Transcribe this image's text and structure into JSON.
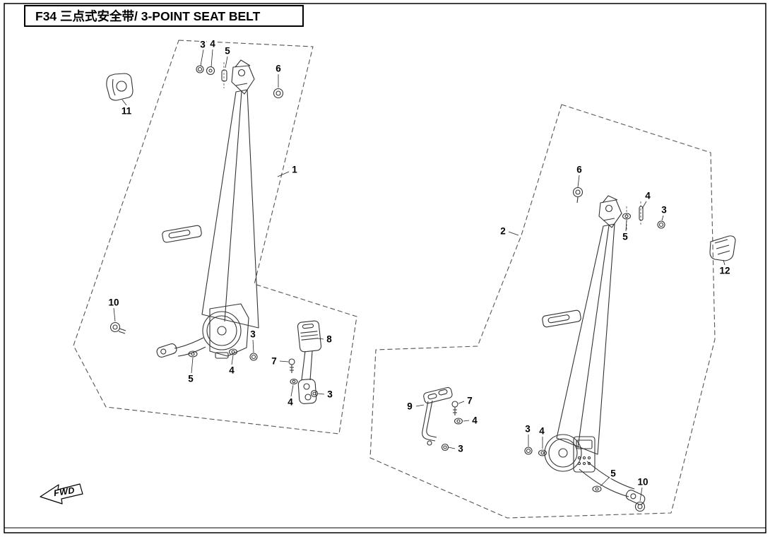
{
  "page": {
    "title": "F34 三点式安全带/ 3-POINT SEAT BELT"
  },
  "fwd_label": "FWD",
  "callouts": [
    {
      "label": "3"
    },
    {
      "label": "4"
    },
    {
      "label": "5"
    },
    {
      "label": "6"
    },
    {
      "label": "1"
    },
    {
      "label": "11"
    },
    {
      "label": "10"
    },
    {
      "label": "5"
    },
    {
      "label": "4"
    },
    {
      "label": "3"
    },
    {
      "label": "7"
    },
    {
      "label": "4"
    },
    {
      "label": "3"
    },
    {
      "label": "8"
    },
    {
      "label": "6"
    },
    {
      "label": "4"
    },
    {
      "label": "3"
    },
    {
      "label": "5"
    },
    {
      "label": "2"
    },
    {
      "label": "12"
    },
    {
      "label": "9"
    },
    {
      "label": "7"
    },
    {
      "label": "4"
    },
    {
      "label": "3"
    },
    {
      "label": "3"
    },
    {
      "label": "4"
    },
    {
      "label": "5"
    },
    {
      "label": "10"
    }
  ]
}
